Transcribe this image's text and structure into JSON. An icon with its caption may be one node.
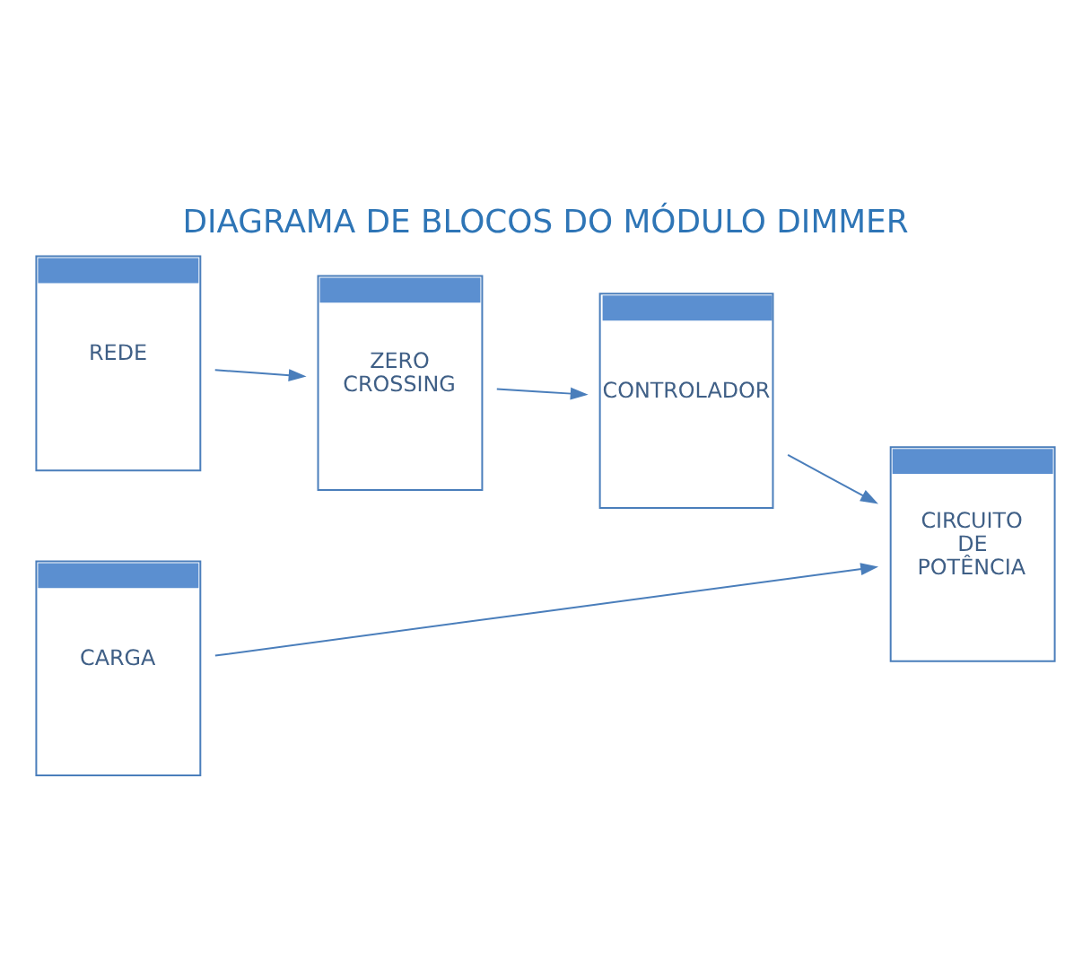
{
  "diagram": {
    "title": "DIAGRAMA DE BLOCOS DO MÓDULO DIMMER",
    "nodes": [
      {
        "text": [
          "REDE"
        ]
      },
      {
        "text": [
          "ZERO CROSSING"
        ]
      },
      {
        "text": [
          "CONTROLADOR"
        ]
      },
      {
        "text": [
          "CARGA"
        ]
      },
      {
        "text": [
          "CIRCUITO DE POTÊNCIA"
        ]
      }
    ],
    "edges": [
      {
        "from": 0,
        "to": 1,
        "arrow": "to"
      },
      {
        "from": 1,
        "to": 2,
        "arrow": "to"
      },
      {
        "from": 2,
        "to": 4,
        "arrow": "to"
      },
      {
        "from": 3,
        "to": 4,
        "arrow": "to"
      }
    ]
  }
}
